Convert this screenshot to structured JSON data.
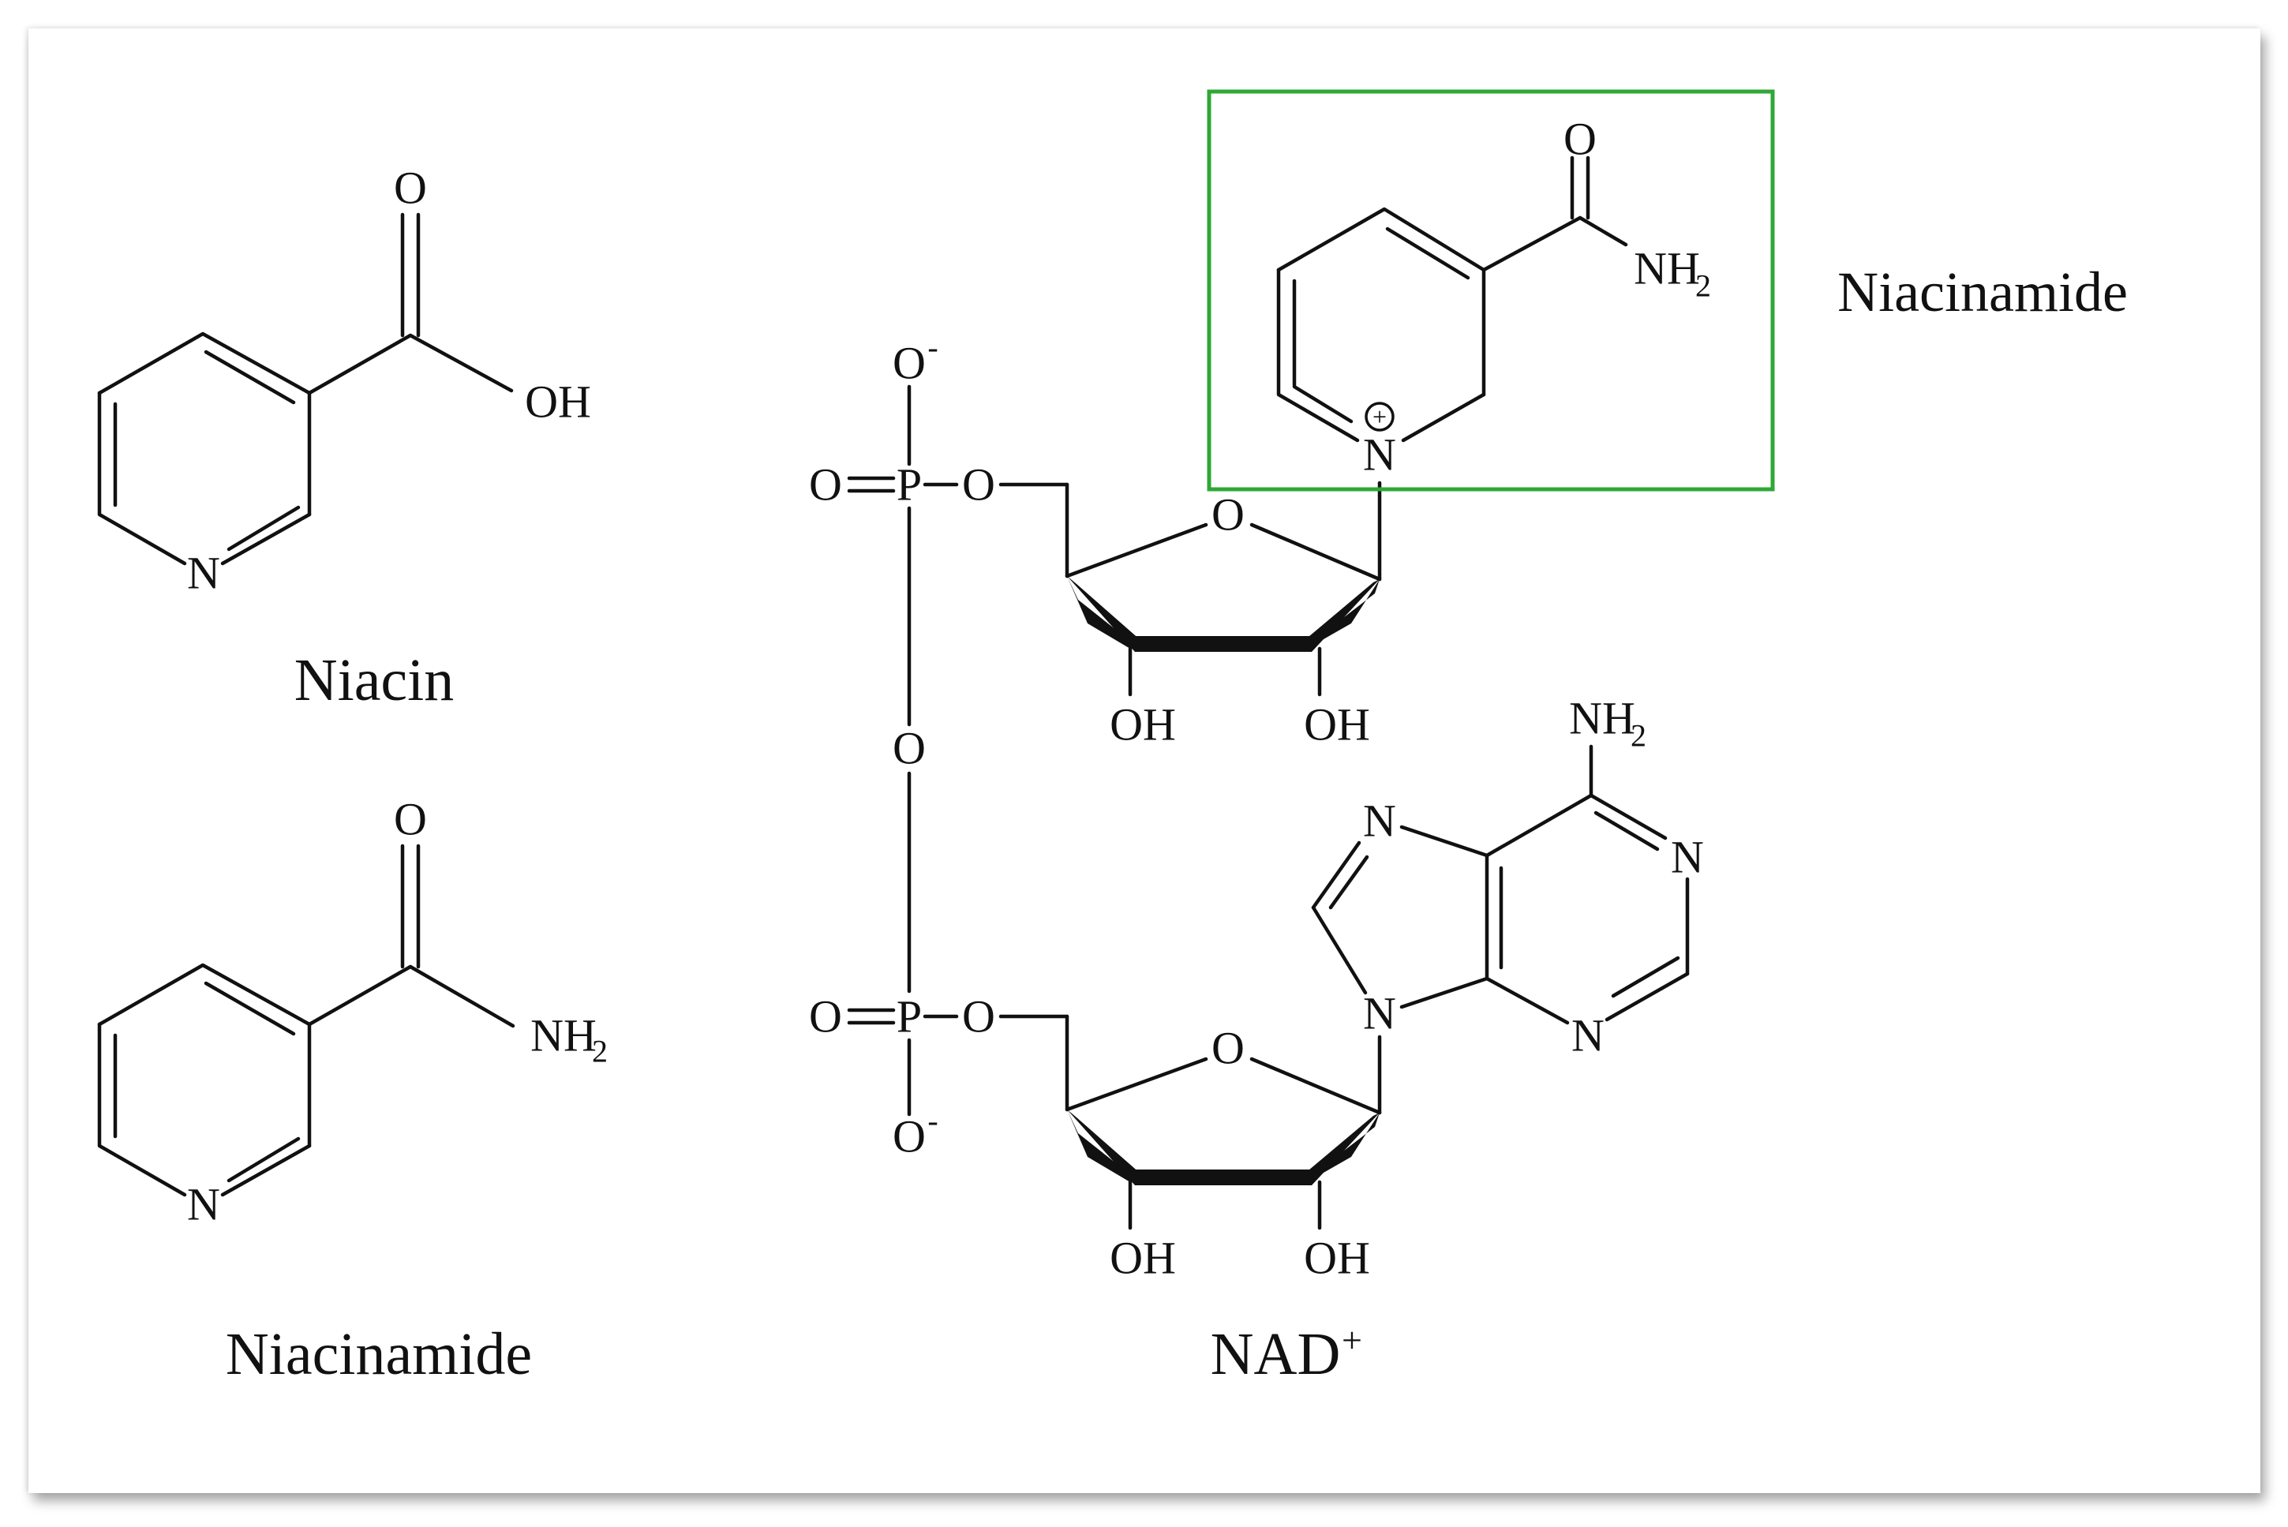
{
  "labels": {
    "niacin_name": "Niacin",
    "niacinamide_name": "Niacinamide",
    "nad_name": "NAD",
    "nad_charge": "+",
    "boxed_name": "Niacinamide"
  },
  "atoms": {
    "o": "O",
    "oh": "OH",
    "n": "N",
    "nh": "NH",
    "sub2": "2",
    "p": "P",
    "o_minus": "O",
    "minus": "-",
    "plus": "+"
  },
  "colors": {
    "highlight_box": "#2ea836",
    "ink": "#111111"
  }
}
